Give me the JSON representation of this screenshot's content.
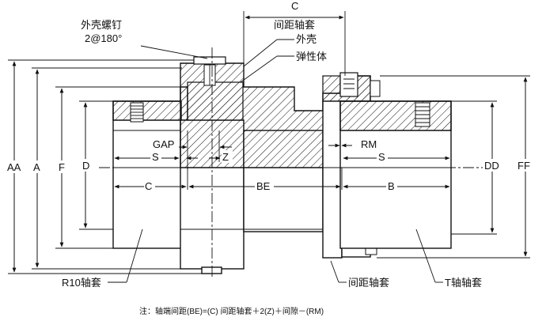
{
  "labels": {
    "shell_screw": "外壳螺钉",
    "screw_spec": "2@180°",
    "c_top": "C",
    "spacer_hub_top": "间距轴套",
    "shell": "外壳",
    "elastomer": "弹性体",
    "aa": "AA",
    "a": "A",
    "f": "F",
    "d": "D",
    "gap": "GAP",
    "z": "Z",
    "rm": "RM",
    "s_left": "S",
    "s_right": "S",
    "c_dim": "C",
    "be": "BE",
    "b": "B",
    "dd": "DD",
    "ff": "FF",
    "r10_hub": "R10轴套",
    "spacer_hub_bottom": "间距轴套",
    "t_hub": "T轴轴套",
    "note": "注：轴端间距(BE)=(C) 间距轴套＋2(Z)＋间隙－(RM)"
  }
}
